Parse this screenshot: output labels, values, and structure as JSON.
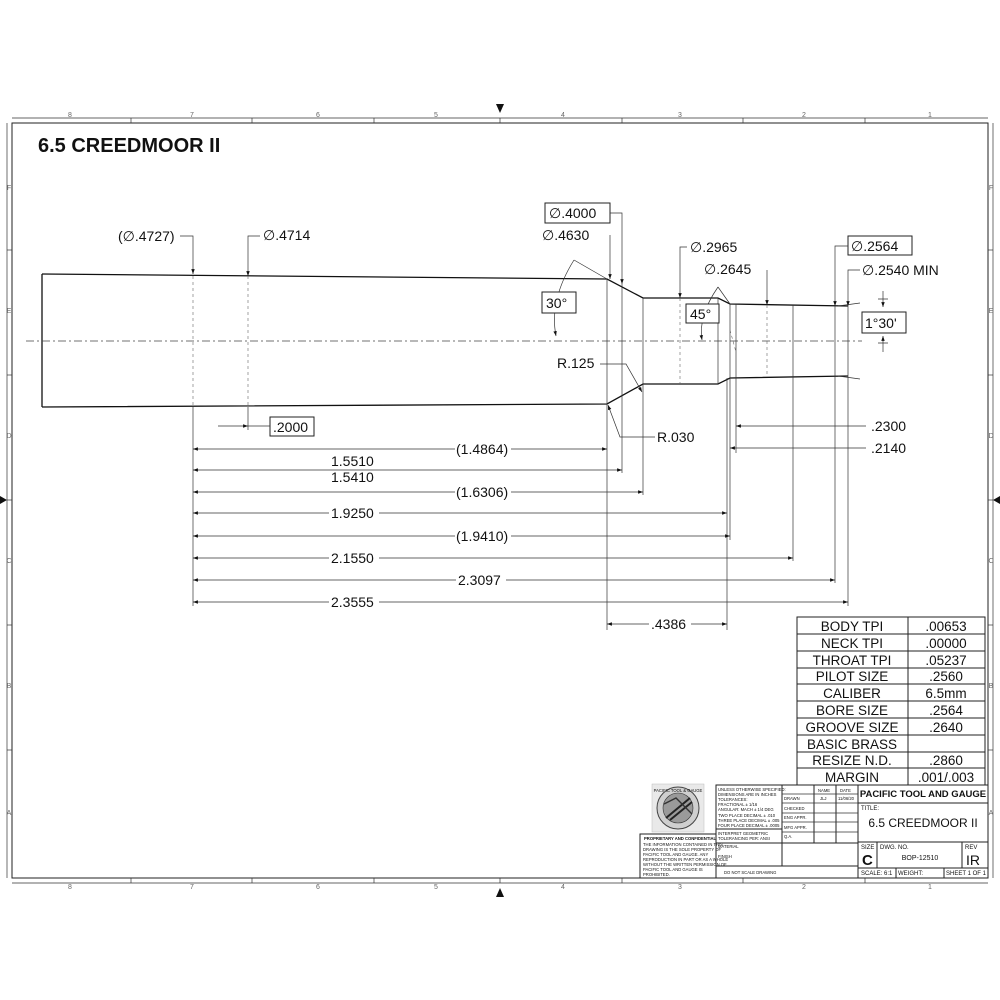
{
  "drawing": {
    "title": "6.5 CREEDMOOR II",
    "zones": {
      "columns": [
        "8",
        "7",
        "6",
        "5",
        "4",
        "3",
        "2",
        "1"
      ],
      "rows": [
        "F",
        "E",
        "D",
        "C",
        "B",
        "A"
      ]
    },
    "diameters": {
      "d4727": "(∅.4727)",
      "d4714": "∅.4714",
      "d4000": "∅.4000",
      "d4630": "∅.4630",
      "d2965": "∅.2965",
      "d2645": "∅.2645",
      "d2564": "∅.2564",
      "d2540": "∅.2540 MIN"
    },
    "angles": {
      "a30": "30°",
      "a45": "45°",
      "taper": "1°30'"
    },
    "radii": {
      "r125": "R.125",
      "r030": "R.030"
    },
    "lengths": {
      "l2000": ".2000",
      "l2300": ".2300",
      "l2140": ".2140",
      "l14864": "(1.4864)",
      "l15510": "1.5510",
      "l15410": "1.5410",
      "l16306": "(1.6306)",
      "l19250": "1.9250",
      "l19410": "(1.9410)",
      "l21550": "2.1550",
      "l23097": "2.3097",
      "l23555": "2.3555",
      "l4386": ".4386"
    }
  },
  "spec_table": [
    {
      "label": "BODY TPI",
      "value": ".00653"
    },
    {
      "label": "NECK TPI",
      "value": ".00000"
    },
    {
      "label": "THROAT TPI",
      "value": ".05237"
    },
    {
      "label": "PILOT SIZE",
      "value": ".2560"
    },
    {
      "label": "CALIBER",
      "value": "6.5mm"
    },
    {
      "label": "BORE SIZE",
      "value": ".2564"
    },
    {
      "label": "GROOVE SIZE",
      "value": ".2640"
    },
    {
      "label": "BASIC BRASS",
      "value": ""
    },
    {
      "label": "RESIZE N.D.",
      "value": ".2860"
    },
    {
      "label": "MARGIN",
      "value": ".001/.003"
    }
  ],
  "title_block": {
    "company": "PACIFIC TOOL AND GAUGE",
    "title_label": "TITLE:",
    "part_title": "6.5 CREEDMOOR II",
    "size_label": "SIZE",
    "size": "C",
    "dwg_label": "DWG.  NO.",
    "dwg_no": "BOP-12510",
    "rev_label": "REV",
    "rev": "IR",
    "scale": "SCALE: 6:1",
    "weight": "WEIGHT:",
    "sheet": "SHEET 1 OF 1",
    "name_col": "NAME",
    "date_col": "DATE",
    "drawn": "DRAWN",
    "drawn_by": "JLJ",
    "drawn_date": "11/06/20",
    "checked": "CHECKED",
    "eng_appr": "ENG APPR.",
    "mfg_appr": "MFG APPR.",
    "qa": "Q.A.",
    "material": "MATERIAL",
    "finish": "FINISH",
    "do_not_scale": "DO NOT SCALE DRAWING",
    "tolerance_lines": [
      "UNLESS OTHERWISE SPECIFIED:",
      "DIMENSIONS ARE IN INCHES",
      "TOLERANCES:",
      "FRACTIONAL ± 1/16",
      "ANGULAR: MACH ± 1/4 DEG",
      "TWO PLACE DECIMAL   ± .010",
      "THREE PLACE DECIMAL  ± .005",
      "FOUR PLACE DECIMAL  ± .0005"
    ],
    "geometric_lines": [
      "INTERPRET GEOMETRIC",
      "TOLERANCING PER: ANSI"
    ],
    "proprietary_heading": "PROPRIETARY AND CONFIDENTIAL",
    "proprietary_lines": [
      "THE INFORMATION CONTAINED IN THIS",
      "DRAWING IS THE SOLE PROPERTY OF",
      "PACIFIC TOOL AND GAUGE. ANY",
      "REPRODUCTION IN PART OR AS A WHOLE",
      "WITHOUT THE WRITTEN PERMISSION OF",
      "PACIFIC TOOL AND GAUGE IS",
      "PROHIBITED."
    ],
    "logo_text": "PACIFIC TOOL & GAUGE"
  }
}
